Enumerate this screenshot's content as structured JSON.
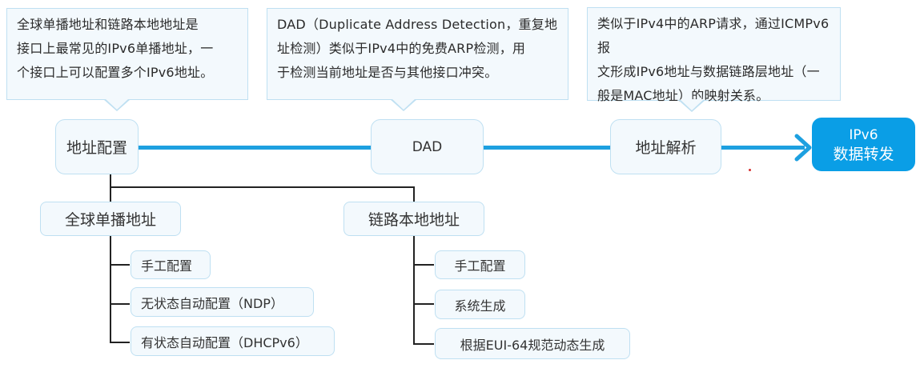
{
  "callouts": [
    {
      "id": "address-config",
      "lines": [
        "全球单播地址和链路本地地址是",
        "接口上最常见的IPv6单播地址，一",
        "个接口上可以配置多个IPv6地址。"
      ]
    },
    {
      "id": "dad",
      "lines": [
        "DAD（Duplicate Address Detection，重复地",
        "址检测）类似于IPv4中的免费ARP检测，用",
        "于检测当前地址是否与其他接口冲突。"
      ]
    },
    {
      "id": "address-resolution",
      "lines": [
        "类似于IPv4中的ARP请求，通过ICMPv6报",
        "文形成IPv6地址与数据链路层地址（一",
        "般是MAC地址）的映射关系。"
      ]
    }
  ],
  "flow": {
    "steps": [
      "地址配置",
      "DAD",
      "地址解析"
    ],
    "final": {
      "line1": "IPv6",
      "line2": "数据转发"
    }
  },
  "branches": [
    {
      "label": "全球单播地址",
      "children": [
        "手工配置",
        "无状态自动配置（NDP）",
        "有状态自动配置（DHCPv6）"
      ]
    },
    {
      "label": "链路本地地址",
      "children": [
        "手工配置",
        "系统生成",
        "根据EUI-64规范动态生成"
      ]
    }
  ],
  "colors": {
    "accent": "#0a9ee6",
    "flow_line": "#1da0e0",
    "node_fill": "#f3f9fd",
    "node_border": "#bfe0f2"
  }
}
